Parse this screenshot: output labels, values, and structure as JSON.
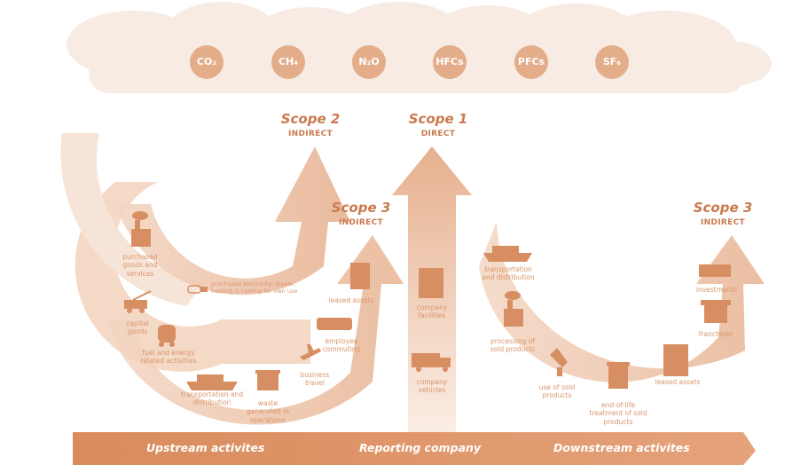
{
  "gases": [
    "CO₂",
    "CH₄",
    "N₂O",
    "HFCs",
    "PFCs",
    "SF₆"
  ],
  "scopes": {
    "scope2": {
      "title": "Scope 2",
      "sub": "INDIRECT"
    },
    "scope1": {
      "title": "Scope 1",
      "sub": "DIRECT"
    },
    "scope3_up": {
      "title": "Scope 3",
      "sub": "INDIRECT"
    },
    "scope3_down": {
      "title": "Scope 3",
      "sub": "INDIRECT"
    }
  },
  "upstream": {
    "purchased_goods": "purchased goods and services",
    "electricity": "purchased electricity, steam, heating & cooling for own use",
    "capital_goods": "capital goods",
    "fuel_energy": "fuel and energy related activities",
    "transportation": "transportation and distribution",
    "waste": "waste generated in operations",
    "business_travel": "business travel",
    "employee_commuting": "employee commuting",
    "leased_assets": "leased assets"
  },
  "company": {
    "facilities": "company facilities",
    "vehicles": "company vehicles"
  },
  "downstream": {
    "transportation": "transportation and distribution",
    "processing": "processing of sold products",
    "use_of_sold": "use of sold products",
    "end_of_life": "end-of-life treatment of sold products",
    "leased_assets": "leased assets",
    "franchises": "franchises",
    "investments": "investments"
  },
  "footer": {
    "upstream": "Upstream activites",
    "reporting": "Reporting company",
    "downstream": "Downstream activites"
  },
  "colors": {
    "primary": "#e0a27c",
    "light": "#f5dccb",
    "icon": "#d68e62",
    "text": "#c97a4e",
    "cloud": "#f7ebe3"
  }
}
